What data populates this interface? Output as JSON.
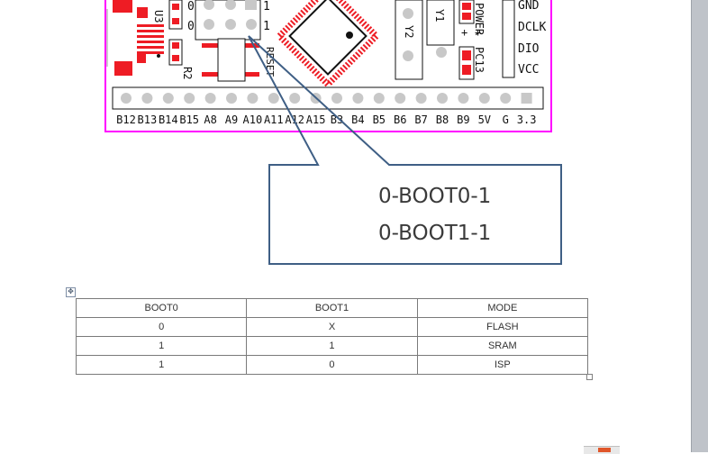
{
  "pcb": {
    "pin_labels": [
      "B12",
      "B13",
      "B14",
      "B15",
      "A8",
      "A9",
      "A10",
      "A11",
      "A12",
      "A15",
      "B3",
      "B4",
      "B5",
      "B6",
      "B7",
      "B8",
      "B9",
      "5V",
      "G",
      "3.3"
    ],
    "jumper_labels": [
      "0",
      "0",
      "1",
      "1"
    ],
    "side_labels": [
      "GND",
      "DCLK",
      "DIO",
      "VCC"
    ],
    "component_labels": {
      "u3": "U3",
      "r2": "R2",
      "reset": "RESET",
      "y1": "Y1",
      "y2": "Y2",
      "pc13": "PC13",
      "power": "POWER"
    }
  },
  "callout": {
    "line1": "0-BOOT0-1",
    "line2": "0-BOOT1-1"
  },
  "table": {
    "headers": [
      "BOOT0",
      "BOOT1",
      "MODE"
    ],
    "rows": [
      [
        "0",
        "X",
        "FLASH"
      ],
      [
        "1",
        "1",
        "SRAM"
      ],
      [
        "1",
        "0",
        "ISP"
      ]
    ]
  },
  "colors": {
    "board_outline": "#ff00ff",
    "pad_red": "#ee1c24",
    "callout_border": "#3f5f85"
  },
  "icons": {
    "table_move": "move-cross-icon"
  }
}
